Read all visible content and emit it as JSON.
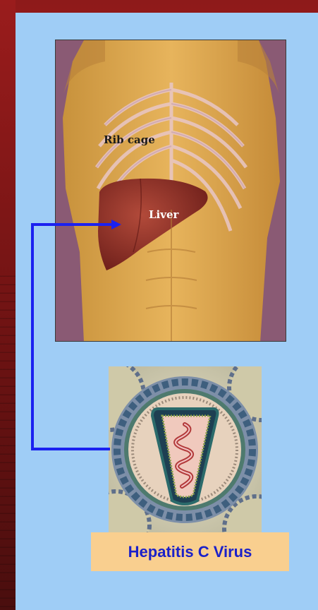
{
  "anatomy_figure": {
    "rib_cage_label": "Rib cage",
    "liver_label": "Liver"
  },
  "virus_figure": {
    "caption": "Hepatitis C Virus"
  },
  "colors": {
    "panel": "#9fcdf6",
    "arrow": "#1b21f0",
    "caption_box": "#f9cf8f",
    "caption_text": "#1b21c9",
    "background": "#8e1a1a"
  },
  "icons": {
    "connector": "arrow-right-icon"
  }
}
